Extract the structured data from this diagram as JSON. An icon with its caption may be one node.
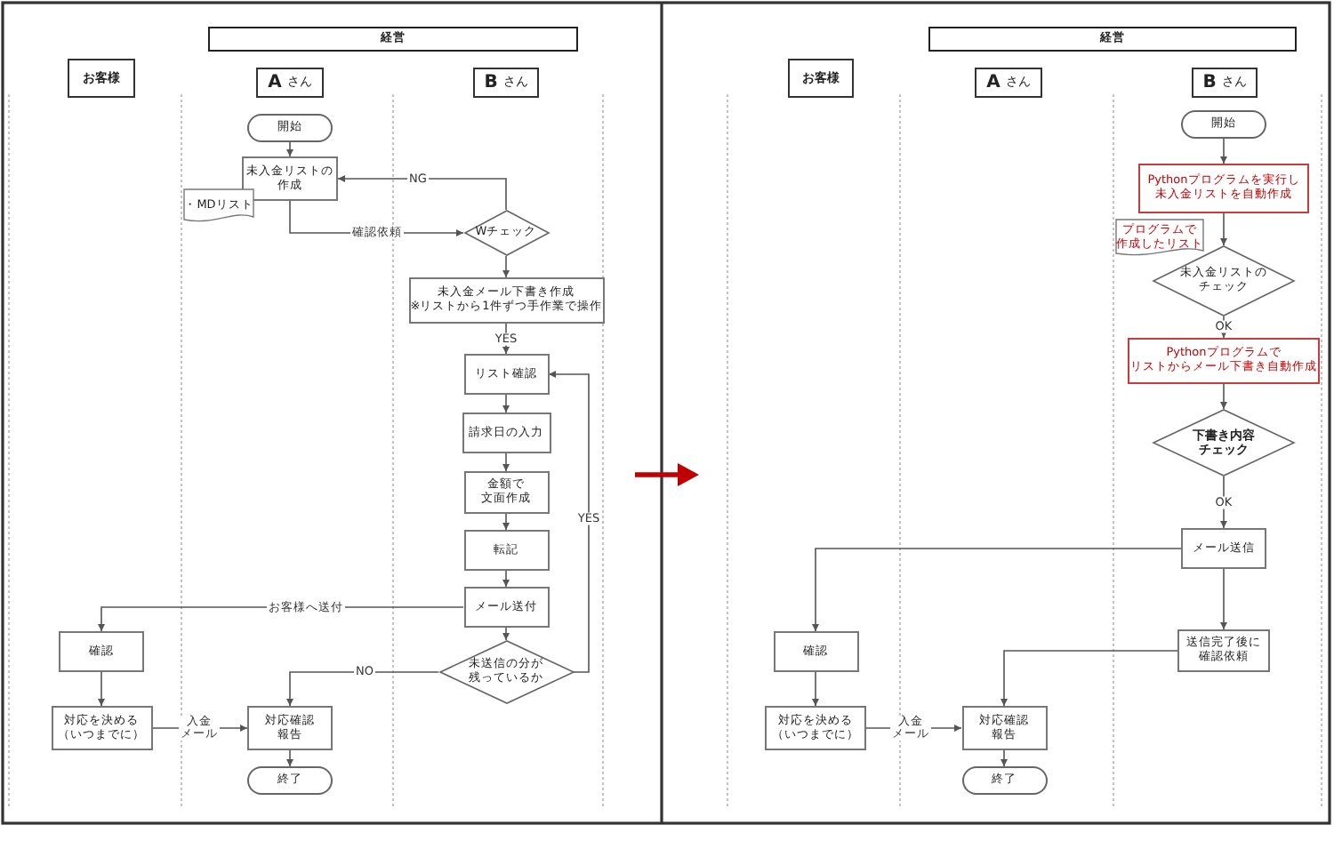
{
  "diagram": {
    "nodes": [
      {
        "text": [
          "経営"
        ]
      },
      {
        "text": [
          "お客様"
        ]
      },
      {
        "text": [
          "**A** さん"
        ]
      },
      {
        "text": [
          "**B** さん"
        ]
      },
      {
        "text": [
          "開始"
        ]
      },
      {
        "text": [
          "未入金リストの作成"
        ]
      },
      {
        "text": [
          "・MDリスト"
        ]
      },
      {
        "text": [
          "Wチェック"
        ]
      },
      {
        "text": [
          "未入金メール下書き作成",
          "※リストから1件ずつ手作業で操作"
        ]
      },
      {
        "text": [
          "リスト確認"
        ]
      },
      {
        "text": [
          "請求日の入力"
        ]
      },
      {
        "text": [
          "金額で文面作成"
        ]
      },
      {
        "text": [
          "転記"
        ]
      },
      {
        "text": [
          "メール送付"
        ]
      },
      {
        "text": [
          "未送信の分が残っているか"
        ]
      },
      {
        "text": [
          "確認"
        ]
      },
      {
        "text": [
          "対応を決める（いつまでに）"
        ]
      },
      {
        "text": [
          "対応確認報告"
        ]
      },
      {
        "text": [
          "終了"
        ]
      },
      {
        "text": [
          "経営"
        ]
      },
      {
        "text": [
          "お客様"
        ]
      },
      {
        "text": [
          "**A** さん"
        ]
      },
      {
        "text": [
          "**B** さん"
        ]
      },
      {
        "text": [
          "開始"
        ]
      },
      {
        "text": [
          "Pythonプログラムを実行し未入金リストを自動作成"
        ]
      },
      {
        "text": [
          "プログラムで作成したリスト"
        ]
      },
      {
        "text": [
          "未入金リストのチェック"
        ]
      },
      {
        "text": [
          "Pythonプログラムでリストからメール下書き自動作成"
        ]
      },
      {
        "text": [
          "下書き内容チェック"
        ]
      },
      {
        "text": [
          "メール送信"
        ]
      },
      {
        "text": [
          "送信完了後に確認依頼"
        ]
      },
      {
        "text": [
          "確認"
        ]
      },
      {
        "text": [
          "対応を決める（いつまでに）"
        ]
      },
      {
        "text": [
          "対応確認報告"
        ]
      },
      {
        "text": [
          "終了"
        ]
      }
    ],
    "edges": [
      {
        "from": 4,
        "to": 5,
        "arrow": "to"
      },
      {
        "from": 5,
        "to": 7,
        "arrow": "to",
        "label": "確認依頼"
      },
      {
        "from": 7,
        "to": 5,
        "arrow": "to",
        "label": "NG"
      },
      {
        "from": 7,
        "to": 8,
        "arrow": "to"
      },
      {
        "from": 8,
        "to": 9,
        "arrow": "to",
        "label": "YES"
      },
      {
        "from": 9,
        "to": 10,
        "arrow": "to"
      },
      {
        "from": 10,
        "to": 11,
        "arrow": "to"
      },
      {
        "from": 11,
        "to": 12,
        "arrow": "to"
      },
      {
        "from": 12,
        "to": 13,
        "arrow": "to"
      },
      {
        "from": 13,
        "to": 14,
        "arrow": "to"
      },
      {
        "from": 14,
        "to": 9,
        "arrow": "to",
        "label": "YES"
      },
      {
        "from": 14,
        "to": 17,
        "arrow": "to",
        "label": "NO"
      },
      {
        "from": 13,
        "to": 15,
        "arrow": "to",
        "label": "お客様へ送付"
      },
      {
        "from": 15,
        "to": 16,
        "arrow": "to"
      },
      {
        "from": 16,
        "to": 17,
        "arrow": "to",
        "label": "入金メール"
      },
      {
        "from": 17,
        "to": 18,
        "arrow": "to"
      },
      {
        "from": 23,
        "to": 24,
        "arrow": "to"
      },
      {
        "from": 24,
        "to": 26,
        "arrow": "to"
      },
      {
        "from": 26,
        "to": 27,
        "arrow": "to",
        "label": "OK"
      },
      {
        "from": 27,
        "to": 28,
        "arrow": "to"
      },
      {
        "from": 28,
        "to": 29,
        "arrow": "to",
        "label": "OK"
      },
      {
        "from": 29,
        "to": 31,
        "arrow": "to"
      },
      {
        "from": 29,
        "to": 30,
        "arrow": "to"
      },
      {
        "from": 30,
        "to": 33,
        "arrow": "to"
      },
      {
        "from": 31,
        "to": 32,
        "arrow": "to"
      },
      {
        "from": 32,
        "to": 33,
        "arrow": "to",
        "label": "入金メール"
      },
      {
        "from": 33,
        "to": 34,
        "arrow": "to"
      }
    ]
  }
}
